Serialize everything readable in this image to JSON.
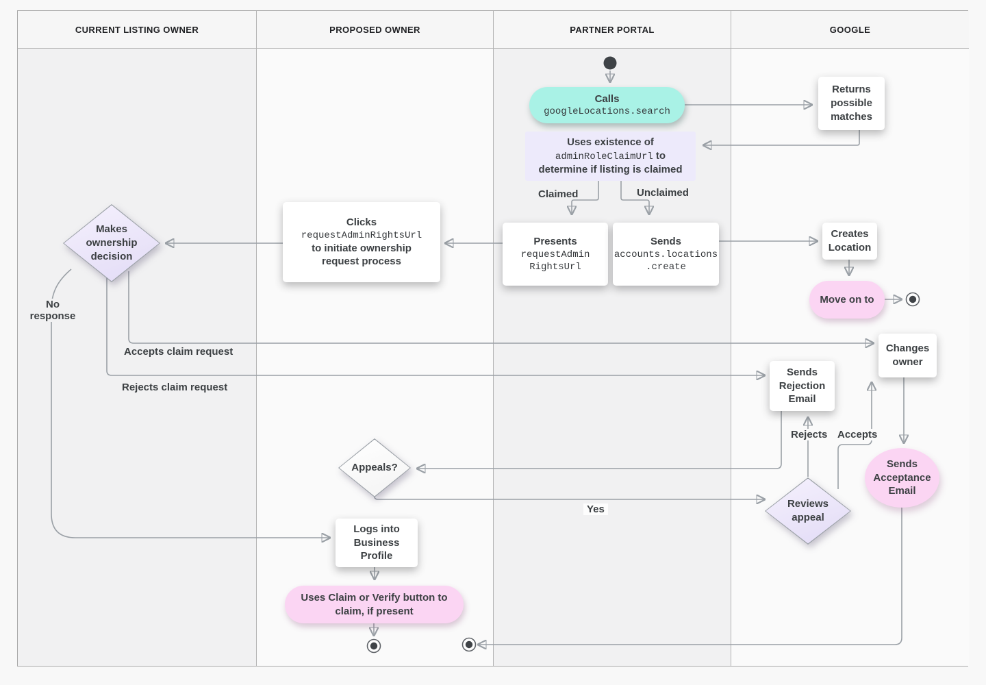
{
  "lanes": {
    "headers": [
      "CURRENT LISTING OWNER",
      "PROPOSED OWNER",
      "PARTNER PORTAL",
      "GOOGLE"
    ]
  },
  "nodes": {
    "calls": {
      "title": "Calls",
      "code": "googleLocations.search"
    },
    "returns": {
      "line1": "Returns",
      "line2": "possible",
      "line3": "matches"
    },
    "uses": {
      "line1": "Uses existence of",
      "code": "adminRoleClaimUrl",
      "line2_suffix": " to",
      "line3": "determine if listing is claimed"
    },
    "presents": {
      "title": "Presents",
      "code1": "requestAdmin",
      "code2": "RightsUrl"
    },
    "sends_create": {
      "title": "Sends",
      "code1": "accounts.locations",
      "code2": ".create"
    },
    "creates": {
      "line1": "Creates",
      "line2": "Location"
    },
    "move_on": {
      "label": "Move on to"
    },
    "clicks": {
      "title": "Clicks",
      "code": "requestAdminRightsUrl",
      "line3": "to initiate ownership",
      "line4": "request process"
    },
    "makes_decision": {
      "line1": "Makes",
      "line2": "ownership",
      "line3": "decision"
    },
    "changes_owner": {
      "line1": "Changes",
      "line2": "owner"
    },
    "rejection_email": {
      "line1": "Sends",
      "line2": "Rejection",
      "line3": "Email"
    },
    "acceptance_email": {
      "line1": "Sends",
      "line2": "Acceptance",
      "line3": "Email"
    },
    "reviews_appeal": {
      "line1": "Reviews",
      "line2": "appeal"
    },
    "appeals": {
      "label": "Appeals?"
    },
    "logs_in": {
      "line1": "Logs into",
      "line2": "Business",
      "line3": "Profile"
    },
    "claim_verify": {
      "line1": "Uses Claim or Verify button to",
      "line2": "claim, if present"
    }
  },
  "edge_labels": {
    "claimed": "Claimed",
    "unclaimed": "Unclaimed",
    "no_response_1": "No",
    "no_response_2": "response",
    "accepts_claim": "Accepts claim request",
    "rejects_claim": "Rejects claim request",
    "rejects": "Rejects",
    "accepts": "Accepts",
    "yes": "Yes"
  },
  "colors": {
    "teal_node": "#a9f2e6",
    "lavender_node": "#edeafb",
    "diamond_lavender": "#e7e1f8",
    "pink_node": "#fbd5f3",
    "wire": "#9aa0a6",
    "text": "#3c4043",
    "lane_dark": "#f1f1f2",
    "lane_light": "#fafafa"
  }
}
